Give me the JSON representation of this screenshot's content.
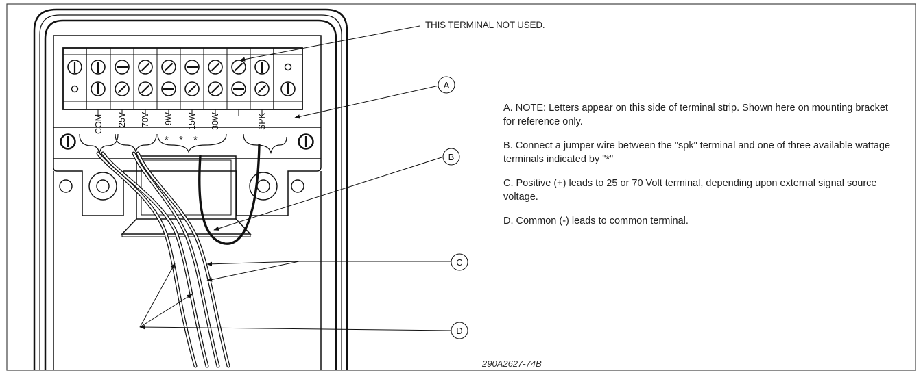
{
  "terminal_labels": [
    "COM",
    "25V",
    "70V",
    "9W",
    "15W",
    "30W",
    "SPK"
  ],
  "wattage_markers": [
    "*",
    "*",
    "*"
  ],
  "callout_unused": "THIS TERMINAL NOT USED.",
  "callouts": [
    "A",
    "B",
    "C",
    "D"
  ],
  "notes": [
    "A.  NOTE: Letters appear on this side of terminal strip. Shown here on mounting bracket for reference only.",
    "B.   Connect a jumper wire between the \"spk\" terminal and one of three available wattage terminals indicated by \"*\"",
    "C.  Positive (+) leads to 25 or 70 Volt terminal, depending upon external signal source voltage.",
    "D.   Common (-) leads to common terminal."
  ],
  "drawing_number": "290A2627-74B"
}
